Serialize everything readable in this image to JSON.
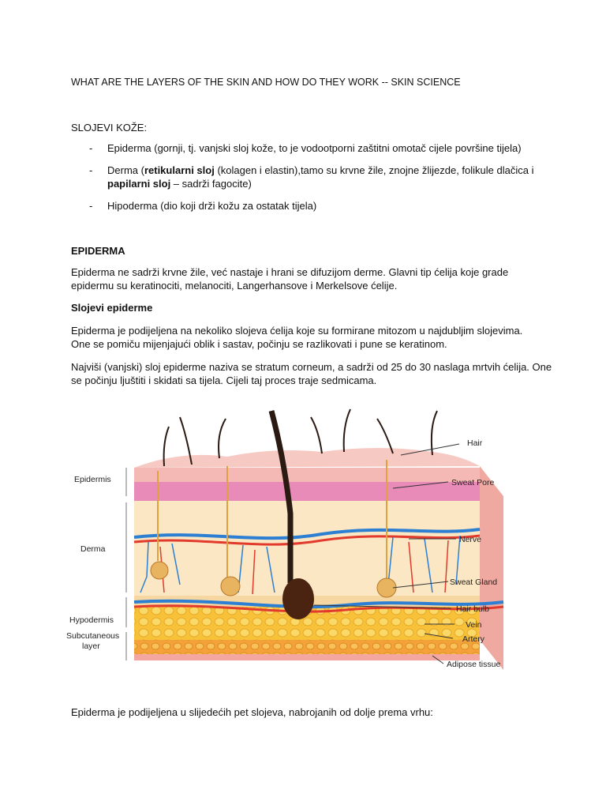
{
  "title": "WHAT ARE THE LAYERS OF THE SKIN AND HOW DO THEY WORK -- SKIN SCIENCE",
  "layers_heading": "SLOJEVI KOŽE:",
  "bullets": {
    "b1": "Epiderma (gornji, tj. vanjski sloj kože, to je vodootporni zaštitni omotač cijele površine tijela)",
    "b2_pre": "Derma (",
    "b2_bold1": "retikularni sloj",
    "b2_mid": " (kolagen i elastin),tamo su krvne žile, znojne žlijezde, folikule dlačica i",
    "b2_bold2": "papilarni sloj",
    "b2_post": " – sadrži fagocite)",
    "b3": "Hipoderma (dio koji drži kožu za ostatak tijela)"
  },
  "epiderma_heading": "EPIDERMA",
  "para1": {
    "l1": "Epiderma ne sadrži krvne žile, već nastaje i hrani se difuzijom derme. Glavni tip ćelija koje grade",
    "l2": "epidermu su keratinociti, melanociti, Langerhansove i Merkelsove ćelije."
  },
  "subheading": "Slojevi epiderme",
  "para2": {
    "l1": "Epiderma je podijeljena na nekoliko slojeva ćelija koje su formirane mitozom u najdubljim slojevima.",
    "l2": "One se pomiču mijenjajući oblik i sastav, počinju se razlikovati i pune se keratinom."
  },
  "para3": {
    "l1": "Najviši (vanjski) sloj epiderme naziva se stratum corneum, a sadrži od 25 do 30 naslaga mrtvih ćelija. One",
    "l2": "se počinju ljuštiti i skidati sa tijela. Cijeli taj proces traje sedmicama."
  },
  "diagram": {
    "left_labels": {
      "epidermis": "Epidermis",
      "derma": "Derma",
      "hypodermis": "Hypodermis",
      "subcutaneous_1": "Subcutaneous",
      "subcutaneous_2": "layer"
    },
    "right_labels": {
      "hair": "Hair",
      "sweat_pore": "Sweat Pore",
      "nerve": "Nerve",
      "sweat_gland": "Sweat Gland",
      "hair_bulb": "Hair bulb",
      "vein": "Vein",
      "artery": "Artery",
      "adipose": "Adipose tissue"
    },
    "colors": {
      "epidermis": "#f4b9b4",
      "epidermis_band": "#e98bb8",
      "derma": "#fbe7c3",
      "adipose": "#f7c23a",
      "adipose_front": "#f3a23a",
      "vein": "#2d7fd3",
      "artery": "#e23b2d",
      "hair": "#2a1a12",
      "bulb": "#4a2410",
      "gland": "#e0a23e"
    }
  },
  "closing": "Epiderma je podijeljena u slijedećih pet slojeva, nabrojanih od dolje prema vrhu:"
}
